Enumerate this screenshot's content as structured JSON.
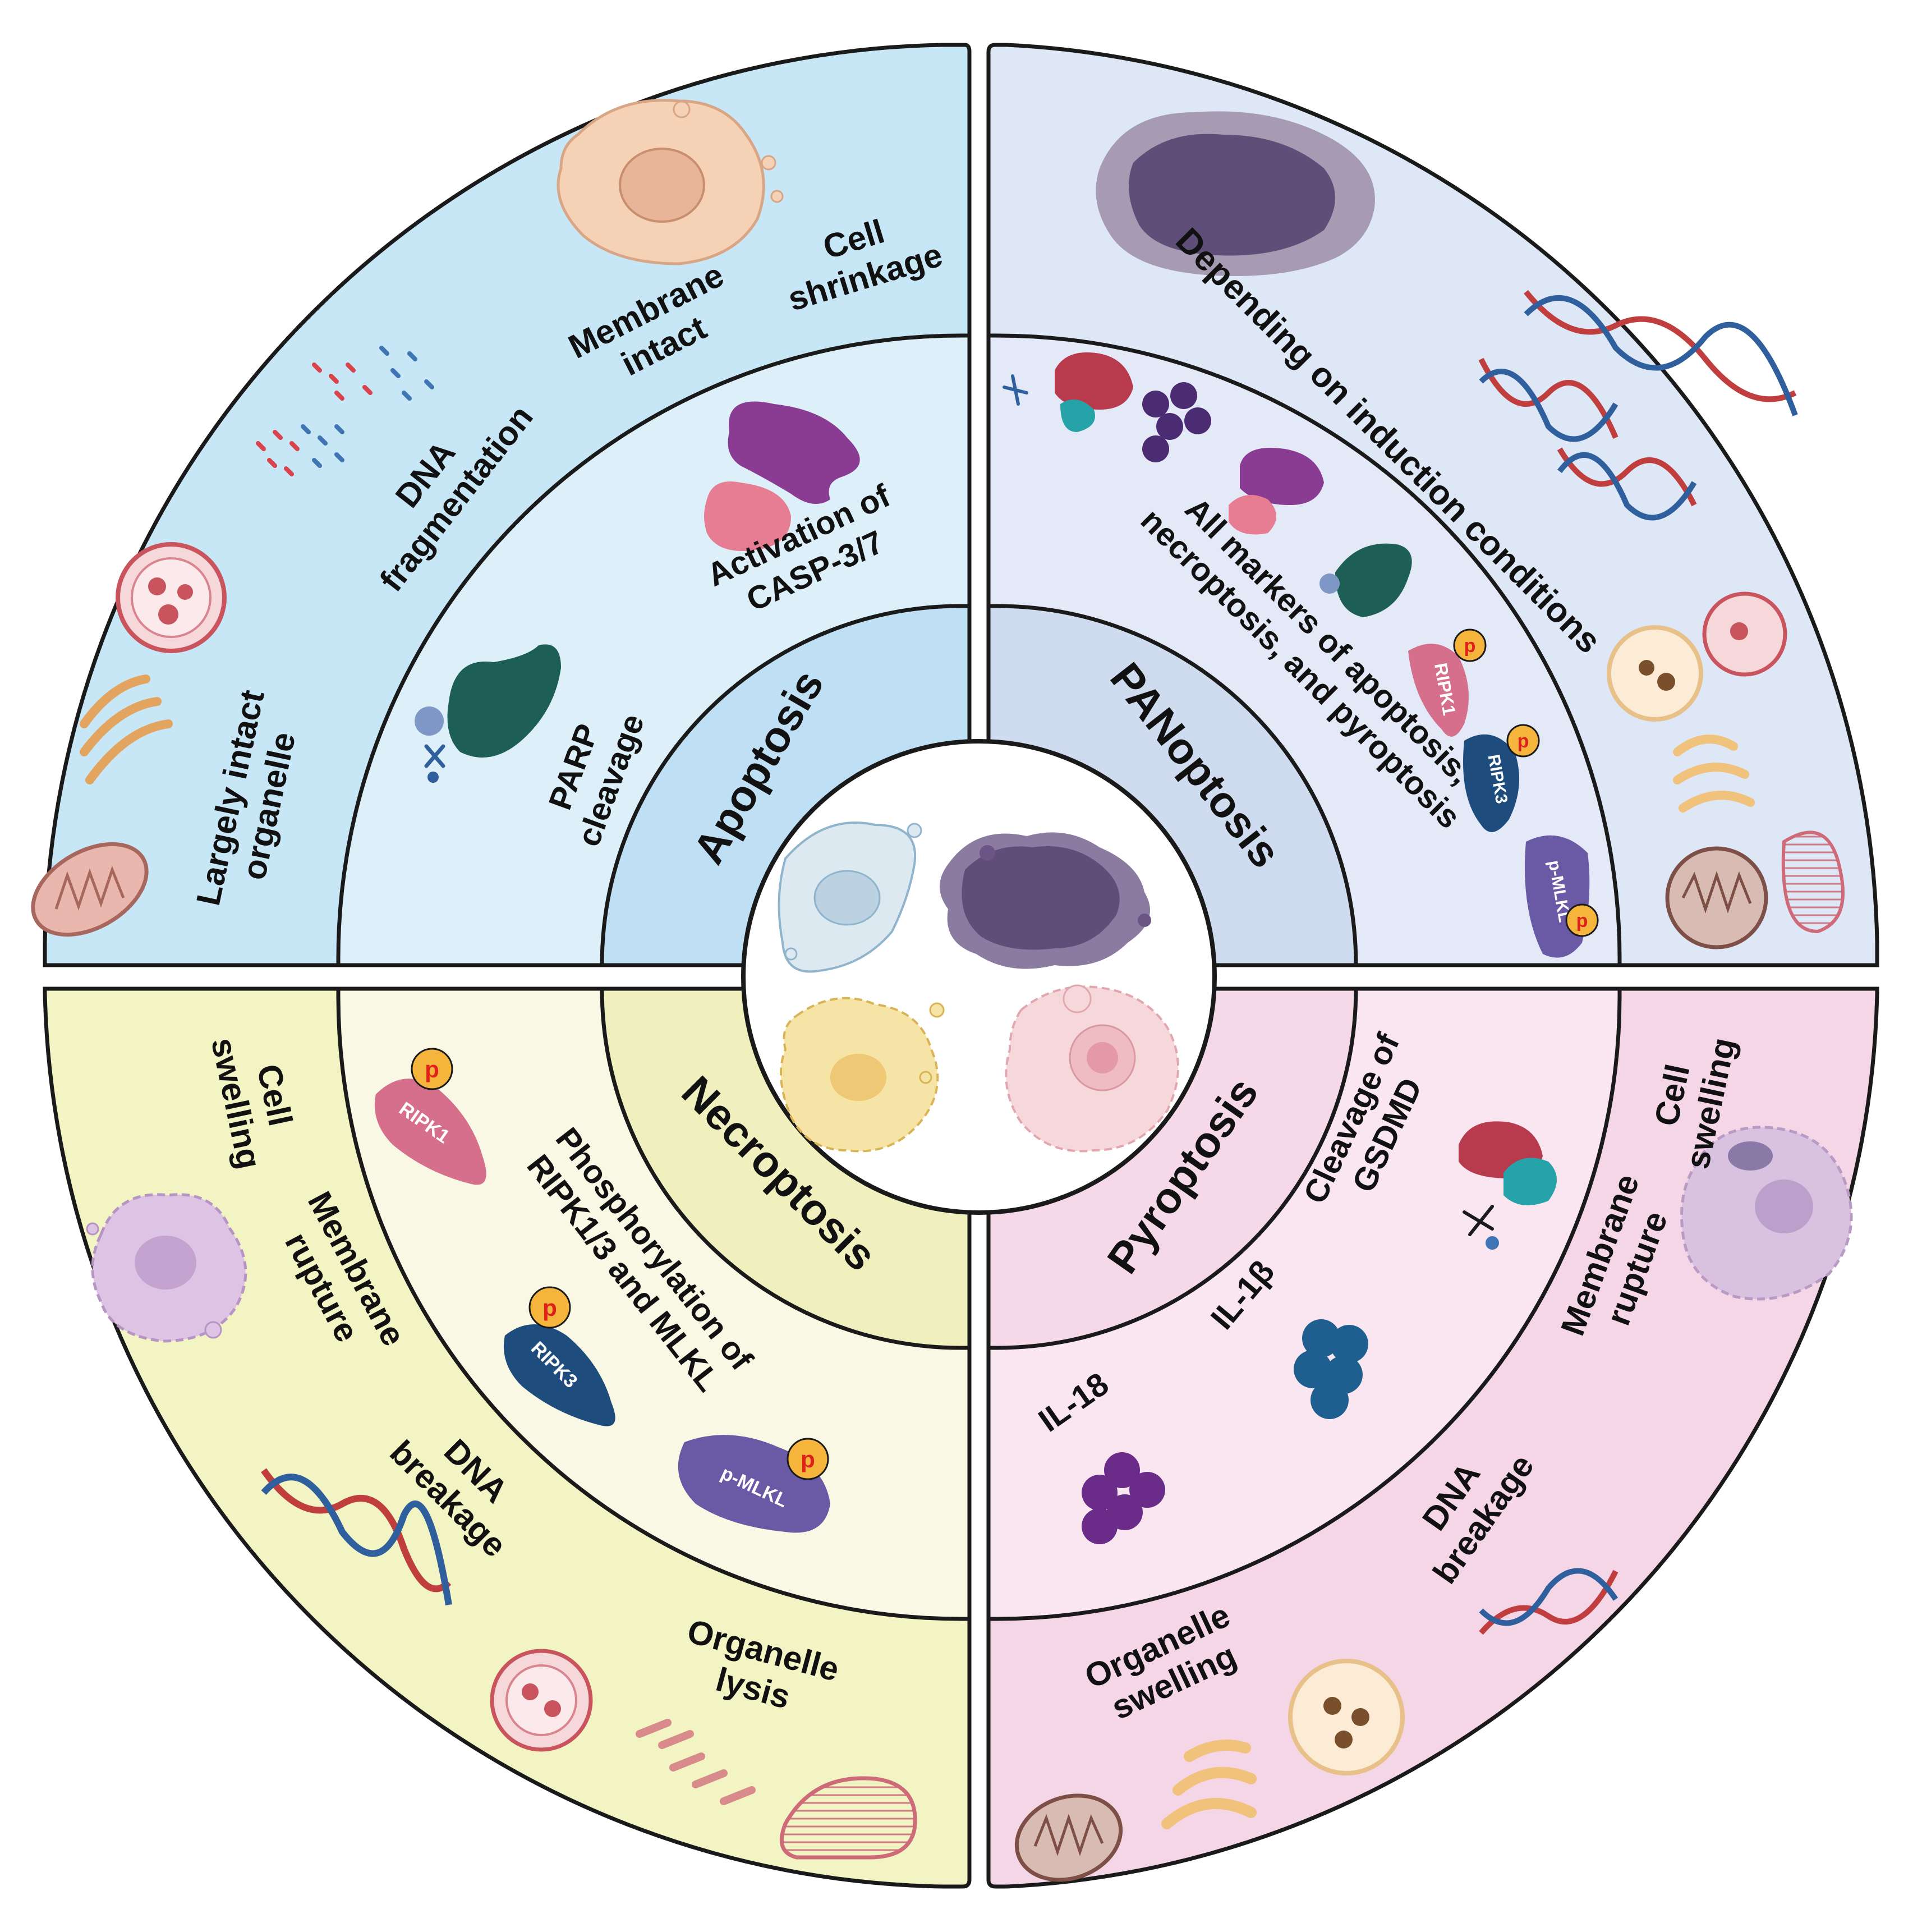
{
  "colors": {
    "apoptosis": {
      "outer": "#c7e6f6",
      "middle": "#ddf0fa",
      "inner": "#bfdff4"
    },
    "panoptosis": {
      "outer": "#dde7f6",
      "middle": "#e4e9f7",
      "inner": "#cfdcf0"
    },
    "necroptosis": {
      "outer": "#f2f4c3",
      "middle": "#f8f8e4",
      "inner": "#eff0bd"
    },
    "pyroptosis": {
      "outer": "#f4d6e6",
      "middle": "#fae6f0",
      "inner": "#f5d9e8"
    },
    "outline": "#1a1a1a",
    "badge": "#f5b53c"
  },
  "quadrants": {
    "apoptosis": {
      "title": "Apoptosis",
      "features": {
        "cell_shrinkage": [
          "Cell",
          "shrinkage"
        ],
        "membrane_intact": [
          "Membrane",
          "intact"
        ],
        "dna_fragmentation": [
          "DNA",
          "fragmentation"
        ],
        "largely_intact_organelle": [
          "Largely intact",
          "organelle"
        ]
      },
      "markers": {
        "activation_casp": [
          "Activation of",
          "CASP-3/7"
        ],
        "parp_cleavage": [
          "PARP",
          "cleavage"
        ]
      }
    },
    "panoptosis": {
      "title": "PANoptosis",
      "feature": "Depending on induction conditions",
      "markers": [
        "All markers of apoptosis,",
        "necroptosis, and pyroptosis"
      ],
      "proteins": {
        "ripk1": "RIPK1",
        "ripk3": "RIPK3",
        "mlkl": "p-MLKL",
        "phospho": "p"
      }
    },
    "necroptosis": {
      "title": "Necroptosis",
      "features": {
        "cell_swelling": [
          "Cell",
          "swelling"
        ],
        "membrane_rupture": [
          "Membrane",
          "rupture"
        ],
        "dna_breakage": [
          "DNA",
          "breakage"
        ],
        "organelle_lysis": [
          "Organelle",
          "lysis"
        ]
      },
      "markers": [
        "Phosphorylation of",
        "RIPK1/3 and MLKL"
      ],
      "proteins": {
        "ripk1": "RIPK1",
        "ripk3": "RIPK3",
        "mlkl": "p-MLKL",
        "phospho": "p"
      }
    },
    "pyroptosis": {
      "title": "Pyroptosis",
      "features": {
        "cell_swelling": [
          "Cell",
          "swelling"
        ],
        "membrane_rupture": [
          "Membrane",
          "rupture"
        ],
        "dna_breakage": [
          "DNA",
          "breakage"
        ],
        "organelle_swelling": [
          "Organelle",
          "swelling"
        ]
      },
      "markers": {
        "cleavage_gsdmd": [
          "Cleavage of",
          "GSDMD"
        ],
        "il1b": "IL-1β",
        "il18": "IL-18"
      }
    }
  }
}
